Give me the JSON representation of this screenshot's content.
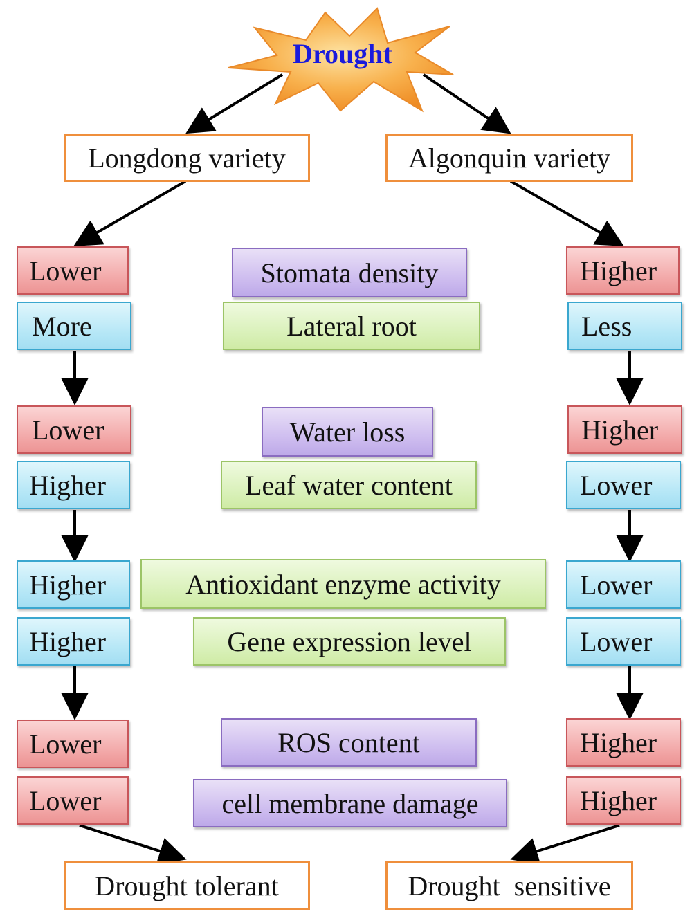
{
  "root": {
    "label": "Drought"
  },
  "left": {
    "variety": "Longdong variety",
    "levels": [
      "Lower",
      "More",
      "Lower",
      "Higher",
      "Higher",
      "Higher",
      "Lower",
      "Lower"
    ],
    "outcome": "Drought tolerant"
  },
  "right": {
    "variety": "Algonquin variety",
    "levels": [
      "Higher",
      "Less",
      "Higher",
      "Lower",
      "Lower",
      "Lower",
      "Higher",
      "Higher"
    ],
    "outcome": "Drought  sensitive"
  },
  "traits": [
    "Stomata density",
    "Lateral root",
    "Water loss",
    "Leaf water content",
    "Antioxidant enzyme activity",
    "Gene expression level",
    "ROS content",
    "cell membrane damage"
  ],
  "colors": {
    "star": "#f7a23c",
    "root_text": "#1a1adc",
    "variety_border": "#ef8f3c",
    "red_box": "#f2a6a6",
    "blue_box": "#b3e6f6",
    "purple_box": "#cbb9ee",
    "green_box": "#d8f0b7",
    "arrow": "#000000"
  }
}
